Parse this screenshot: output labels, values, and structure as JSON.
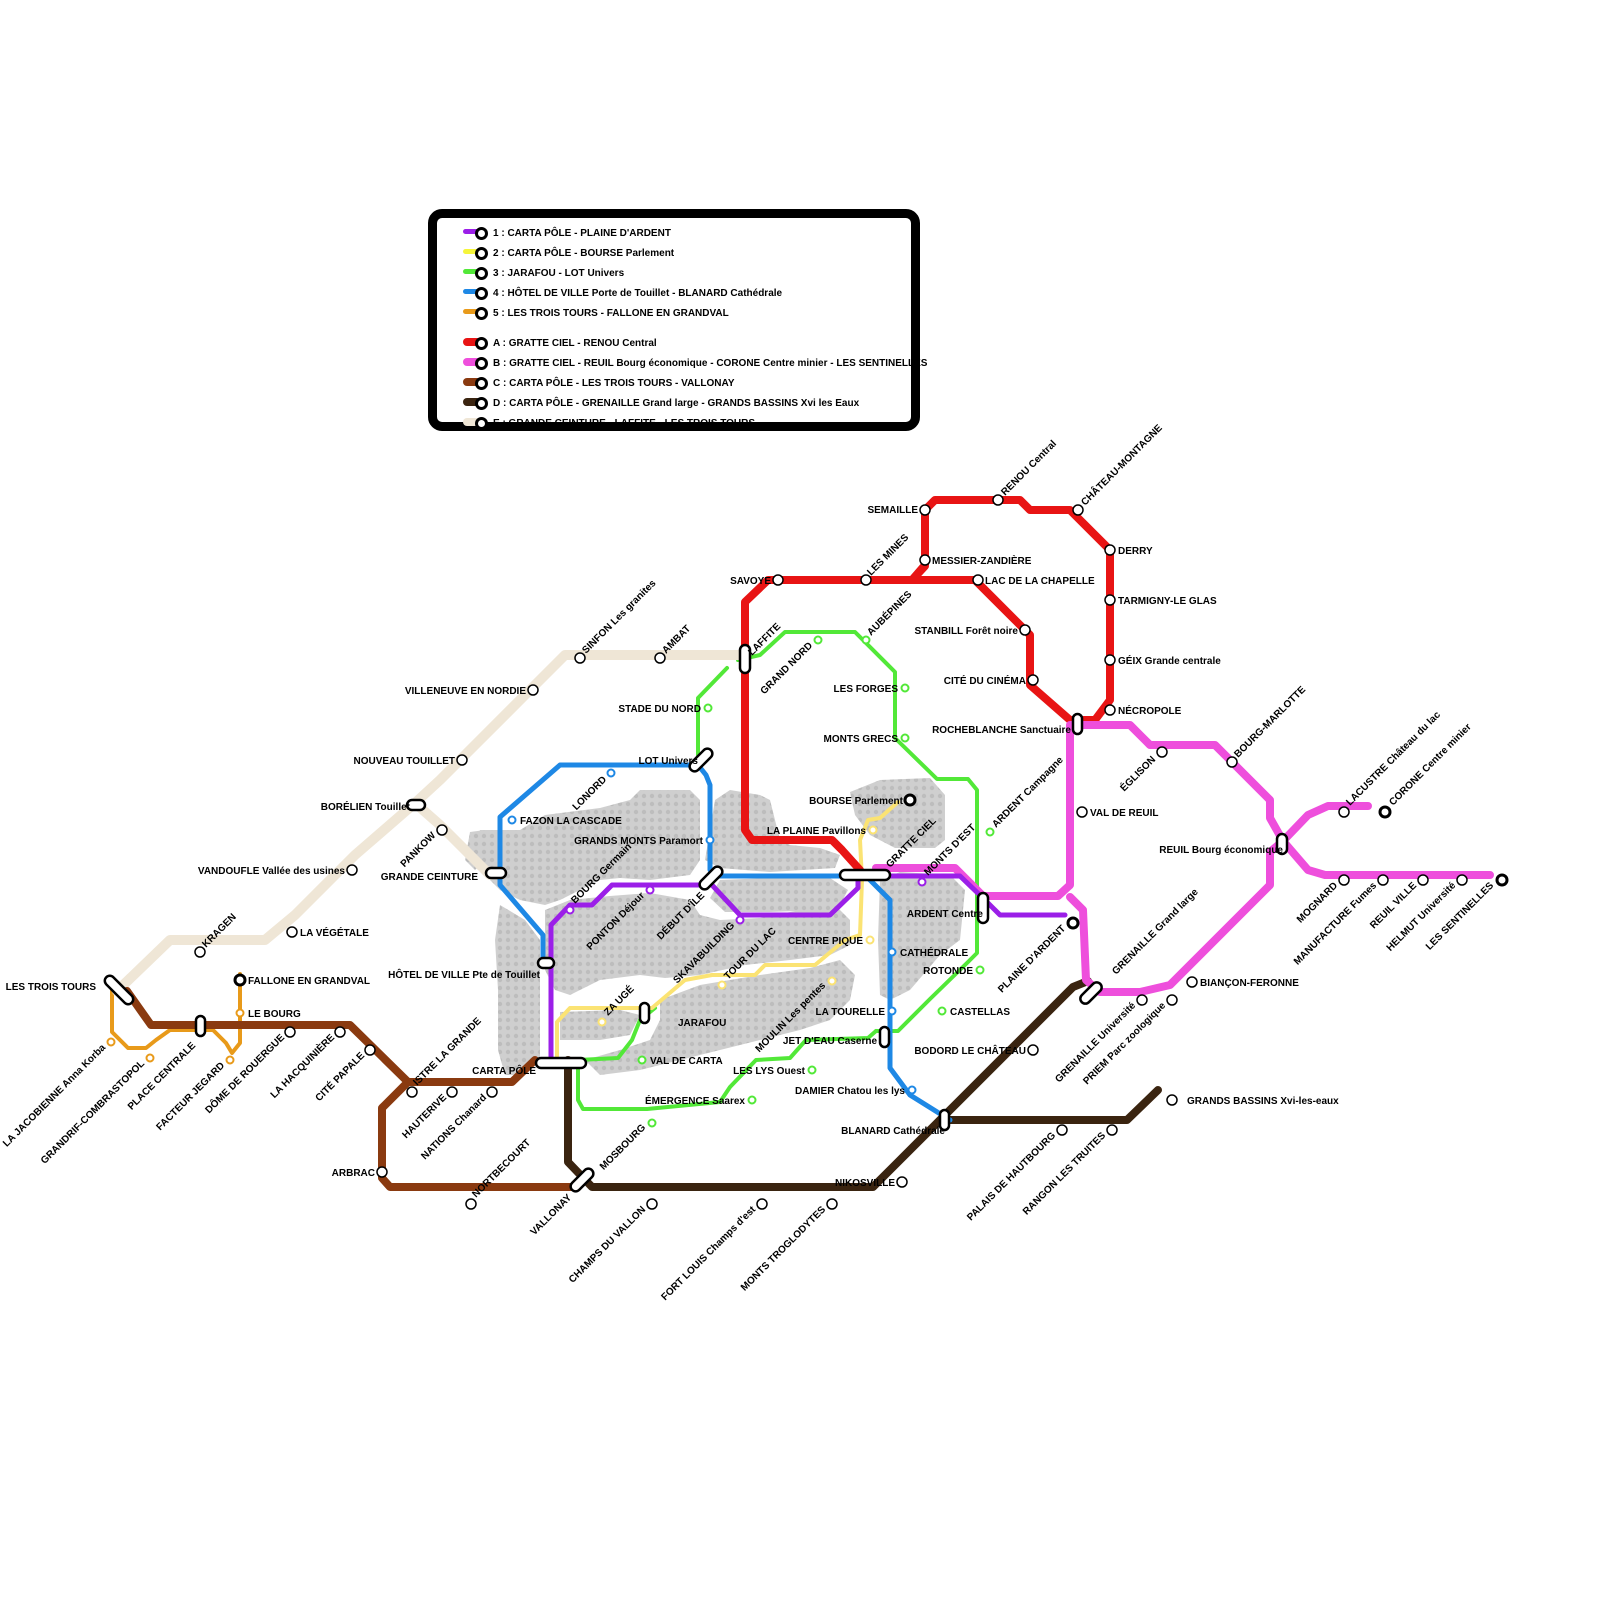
{
  "legend": {
    "lines": [
      {
        "id": "1",
        "color": "#9b1fe8",
        "label": "1 : CARTA PÔLE - PLAINE D'ARDENT"
      },
      {
        "id": "2",
        "color": "#f5f53a",
        "label": "2 : CARTA PÔLE - BOURSE Parlement"
      },
      {
        "id": "3",
        "color": "#52e838",
        "label": "3 : JARAFOU - LOT Univers"
      },
      {
        "id": "4",
        "color": "#1e88e5",
        "label": "4 : HÔTEL DE VILLE Porte de Touillet - BLANARD Cathédrale"
      },
      {
        "id": "5",
        "color": "#e89a1a",
        "label": "5 : LES TROIS TOURS - FALLONE EN GRANDVAL"
      },
      {
        "id": "A",
        "color": "#e81414",
        "label": "A : GRATTE CIEL - RENOU Central"
      },
      {
        "id": "B",
        "color": "#ee4fdc",
        "label": "B : GRATTE CIEL - REUIL Bourg économique - CORONE Centre minier - LES SENTINELLES"
      },
      {
        "id": "C",
        "color": "#8a3a10",
        "label": "C : CARTA PÔLE - LES TROIS TOURS - VALLONAY"
      },
      {
        "id": "D",
        "color": "#3a2410",
        "label": "D : CARTA PÔLE - GRENAILLE Grand large - GRANDS BASSINS Xvi les Eaux"
      },
      {
        "id": "E",
        "color": "#efe6d6",
        "label": "E : GRANDE CEINTURE - LAFFITE - LES TROIS TOURS"
      }
    ]
  },
  "stations": {
    "semaille": "SEMAILLE",
    "renou": "RENOU Central",
    "chateau_montagne": "CHÂTEAU-MONTAGNE",
    "derry": "DERRY",
    "tarmigny": "TARMIGNY-LE GLAS",
    "geix": "GÉIX Grande centrale",
    "necropole": "NÉCROPOLE",
    "messier": "MESSIER-ZANDIÈRE",
    "savoye": "SAVOYE",
    "les_mines": "LES MINES",
    "lac_chapelle": "LAC DE LA CHAPELLE",
    "stanbill": "STANBILL Forêt noire",
    "cite_cinema": "CITÉ DU CINÉMA",
    "rocheblanche": "ROCHEBLANCHE Sanctuaire",
    "laffite": "LAFFITE",
    "aubepines": "AUBÉPINES",
    "grand_nord": "GRAND NORD",
    "les_forges": "LES FORGES",
    "monts_grecs": "MONTS GRECS",
    "stade_nord": "STADE DU NORD",
    "lot_univers": "LOT Univers",
    "sinfon": "SINFON Les granites",
    "ambat": "AMBAT",
    "villeneuve": "VILLENEUVE EN NORDIE",
    "nouveau_touillet": "NOUVEAU TOUILLET",
    "borelien": "BORÉLIEN Touillet",
    "pankow": "PANKOW",
    "vandoufle": "VANDOUFLE Vallée des usines",
    "grande_ceinture": "GRANDE CEINTURE",
    "kragen": "KRAGEN",
    "vegetale": "LA VÉGÉTALE",
    "trois_tours": "LES TROIS TOURS",
    "fallone": "FALLONE EN GRANDVAL",
    "le_bourg": "LE BOURG",
    "lonord": "LONORD",
    "fazon": "FAZON LA CASCADE",
    "grands_monts": "GRANDS MONTS Paramort",
    "bourse": "BOURSE Parlement",
    "plaine_pavillons": "LA PLAINE Pavillons",
    "gratte_ciel": "GRATTE CIEL",
    "monts_est": "MONTS D'EST",
    "ardent_campagne": "ARDENT Campagne",
    "val_reuil": "VAL DE REUIL",
    "eglison": "ÉGLISON",
    "bourg_marlotte": "BOURG-MARLOTTE",
    "lacustre": "LACUSTRE Château du lac",
    "corone": "CORONE Centre minier",
    "reuil_bourg": "REUIL Bourg économique",
    "mognard": "MOGNARD",
    "manufacture": "MANUFACTURE Fumes",
    "reuil_ville": "REUIL VILLE",
    "helmut": "HELMUT Université",
    "sentinelles": "LES SENTINELLES",
    "bourg_germain": "BOURG Germain",
    "ponton": "PONTON Déjour",
    "debut_ile": "DÉBUT D'ÎLE",
    "skavabuilding": "SKAVABUILDING",
    "centre_pique": "CENTRE PIQUE",
    "ardent_centre": "ARDENT Centre",
    "plaine_ardent": "PLAINE D'ARDENT",
    "cathedrale": "CATHÉDRALE",
    "rotonde": "ROTONDE",
    "hotel_ville": "HÔTEL DE VILLE Pte de Touillet",
    "za_uge": "ZA UGÉ",
    "tour_lac": "TOUR DU LAC",
    "jarafou": "JARAFOU",
    "moulin": "MOULIN Les pentes",
    "la_tourelle": "LA TOURELLE",
    "castellas": "CASTELLAS",
    "jet_eau": "JET D'EAU Caserne",
    "bodord": "BODORD LE CHÂTEAU",
    "grenaille_gl": "GRENAILLE Grand large",
    "biancon": "BIANÇON-FERONNE",
    "grenaille_univ": "GRENAILLE Université",
    "priem": "PRIEM Parc zoologique",
    "val_carta": "VAL DE CARTA",
    "carta_pole": "CARTA PÔLE",
    "lys_ouest": "LES LYS Ouest",
    "damier": "DAMIER Chatou les lys",
    "emergence": "ÉMERGENCE Saarex",
    "blanard": "BLANARD Cathédrale",
    "grands_bassins": "GRANDS BASSINS Xvi-les-eaux",
    "jacobienne": "LA JACOBIENNE Anna Korba",
    "grandrif": "GRANDRIF-COMBRASTOPOL",
    "place_centrale": "PLACE CENTRALE",
    "facteur": "FACTEUR JEGARD",
    "dome": "DÔME DE ROUERGUE",
    "hacquiniere": "LA HACQUINIÈRE",
    "cite_papale": "CITÉ PAPALE",
    "istre": "ISTRE LA GRANDE",
    "hauterive": "HAUTERIVE",
    "nations": "NATIONS Chanard",
    "arbrac": "ARBRAC",
    "nortbecourt": "NORTBECOURT",
    "mosbourg": "MOSBOURG",
    "vallonay": "VALLONAY",
    "champs_vallon": "CHAMPS DU VALLON",
    "fort_louis": "FORT LOUIS Champs d'est",
    "monts_troglo": "MONTS TROGLODYTES",
    "nikosville": "NIKOSVILLE",
    "palais": "PALAIS DE HAUTBOURG",
    "rangon": "RANGON LES TRUITES"
  }
}
